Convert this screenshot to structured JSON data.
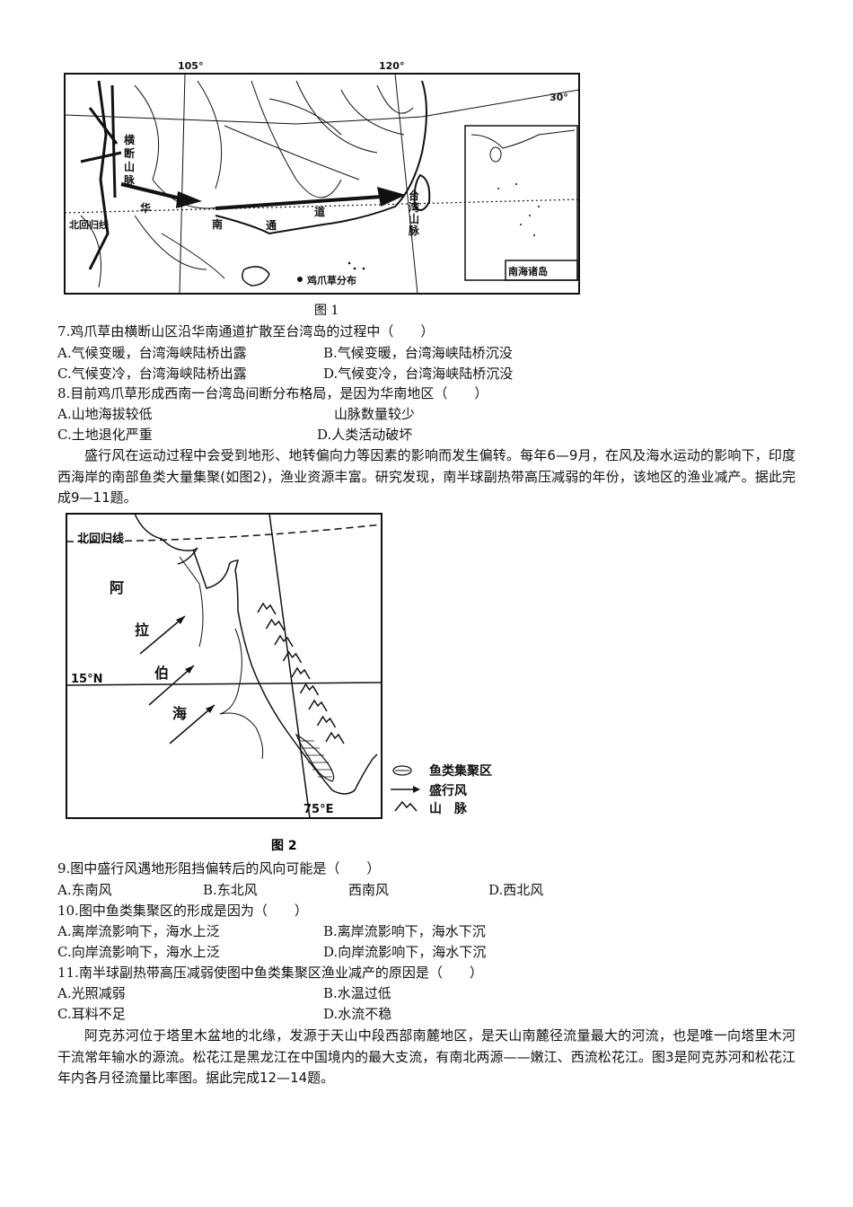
{
  "figure1": {
    "caption": "图 1",
    "lon1": "105°",
    "lon2": "120°",
    "lat30": "30°",
    "tropic": "北回归线",
    "mountain_hd": [
      "横",
      "断",
      "山",
      "脉"
    ],
    "channel": [
      "华",
      "南",
      "通",
      "道"
    ],
    "mountain_tw": [
      "台",
      "湾",
      "山",
      "脉"
    ],
    "legend_dot": "鸡爪草分布",
    "inset": "南海诸岛"
  },
  "q7": {
    "stem": "7.鸡爪草由横断山区沿华南通道扩散至台湾岛的过程中（　　）",
    "A": "A.气候变暖，台湾海峡陆桥出露",
    "B": "B.气候变暖，台湾海峡陆桥沉没",
    "C": "C.气候变冷，台湾海峡陆桥出露",
    "D": "D.气候变冷，台湾海峡陆桥沉没"
  },
  "q8": {
    "stem": "8.目前鸡爪草形成西南一台湾岛间断分布格局，是因为华南地区（　　）",
    "A": "A.山地海拔较低",
    "B": "山脉数量较少",
    "C": "C.土地退化严重",
    "D": "D.人类活动破坏"
  },
  "passage1": "盛行风在运动过程中会受到地形、地转偏向力等因素的影响而发生偏转。每年6—9月，在风及海水运动的影响下，印度西海岸的南部鱼类大量集聚(如图2)，渔业资源丰富。研究发现，南半球副热带高压减弱的年份，该地区的渔业减产。据此完成9—11题。",
  "figure2": {
    "caption": "图 2",
    "tropic": "北回归线",
    "lat15": "15°N",
    "lon75": "75°E",
    "sea": [
      "阿",
      "拉",
      "伯",
      "海"
    ],
    "legend": {
      "fish": "鱼类集聚区",
      "wind": "盛行风",
      "mountain": "山　脉"
    }
  },
  "q9": {
    "stem": "9.图中盛行风遇地形阻挡偏转后的风向可能是（　　）",
    "A": "A.东南风",
    "B": "B.东北风",
    "C": "西南风",
    "D": "D.西北风"
  },
  "q10": {
    "stem": "10.图中鱼类集聚区的形成是因为（　　）",
    "A": "A.离岸流影响下，海水上泛",
    "B": "B.离岸流影响下，海水下沉",
    "C": "C.向岸流影响下，海水上泛",
    "D": "D.向岸流影响下，海水下沉"
  },
  "q11": {
    "stem": "11.南半球副热带高压减弱使图中鱼类集聚区渔业减产的原因是（　　）",
    "A": "A.光照减弱",
    "B": "B.水温过低",
    "C": "C.耳料不足",
    "D": "D.水流不稳"
  },
  "passage2": "阿克苏河位于塔里木盆地的北缘，发源于天山中段西部南麓地区，是天山南麓径流量最大的河流，也是唯一向塔里木河干流常年输水的源流。松花江是黑龙江在中国境内的最大支流，有南北两源——嫩江、西流松花江。图3是阿克苏河和松花江年内各月径流量比率图。据此完成12—14题。"
}
